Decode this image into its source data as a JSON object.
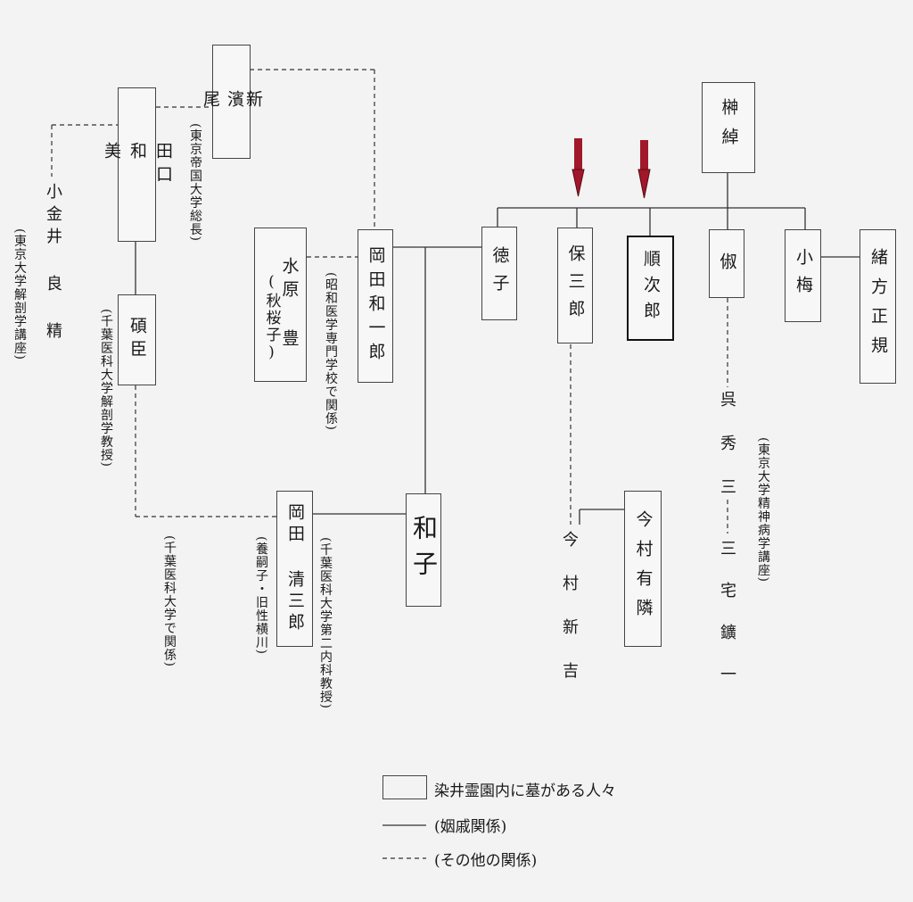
{
  "people": {
    "hamao": [
      "濱",
      "尾",
      "新"
    ],
    "taguchi": [
      "田口",
      "和",
      "美"
    ],
    "koganei": "小金井 良 精",
    "sekishin": "碩臣",
    "mizuhara": "水原 豊",
    "mizuhara_paren": "(秋桜子)",
    "okada_waichiro": "岡田和一郎",
    "okada_seizaburo": "岡田 清三郎",
    "kazuko": "和子",
    "tokuko": "徳子",
    "yasusaburo": "保三郎",
    "junjiro": "順次郎",
    "sakaki_chuo": "榊綽",
    "hiroshi": "俶",
    "koume": "小梅",
    "ogata": "緒方正規",
    "kure": "呉 秀 三",
    "miyake": "三 宅 鑛 一",
    "imamura_shinkichi": "今 村 新 吉",
    "imamura_yurin": "今村有隣"
  },
  "notes": {
    "hamao": "(東京帝国大学総長)",
    "koganei": "(東京大学解剖学講座)",
    "sekishin": "(千葉医科大学解剖学教授)",
    "okada_waichiro": "(昭和医学専門学校で関係)",
    "chiba_relation": "(千葉医科大学で関係)",
    "okada_seizaburo": "(養嗣子・旧性横川)",
    "okada_seizaburo_2": "(千葉医科大学第二内科教授)",
    "kure": "(東京大学精神病学講座)"
  },
  "legend": {
    "box": "染井霊園内に墓がある人々",
    "solid": "(姻戚関係)",
    "dashed": "(その他の関係)"
  },
  "colors": {
    "arrow": "#a0182a",
    "line": "#333333"
  }
}
